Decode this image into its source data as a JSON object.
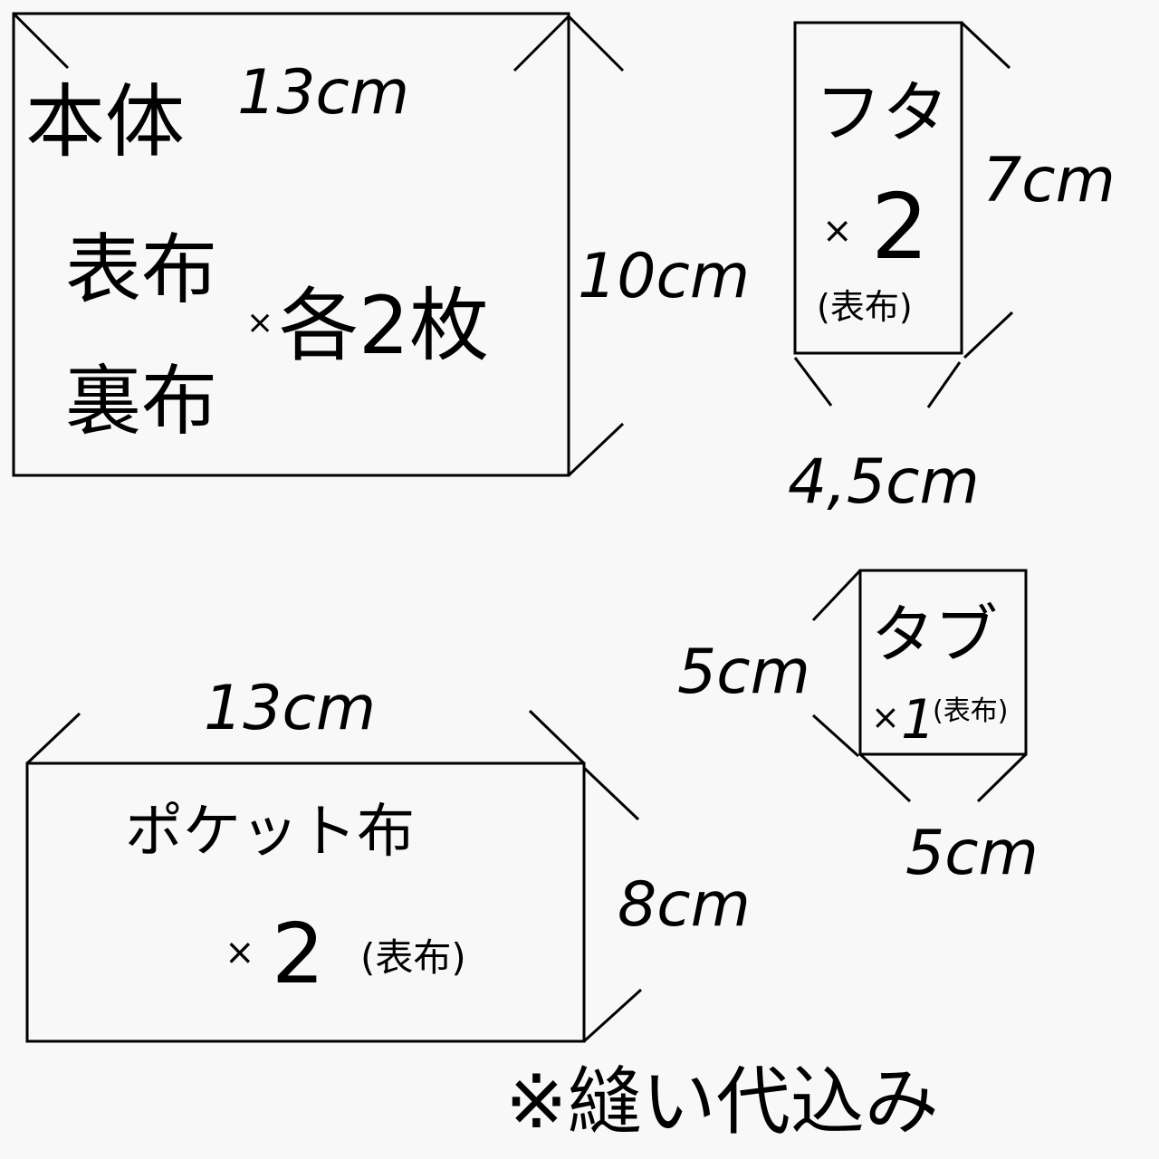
{
  "body_piece": {
    "title": "本体",
    "width": "13cm",
    "height": "10cm",
    "fabric1": "表布",
    "fabric2": "裏布",
    "times": "×",
    "count": "各2枚"
  },
  "flap_piece": {
    "title": "フタ",
    "times": "×",
    "count": "2",
    "fabric": "(表布)",
    "height": "7cm",
    "width": "4,5cm"
  },
  "tab_piece": {
    "title": "タブ",
    "times": "×",
    "count": "1",
    "fabric": "(表布)",
    "height": "5cm",
    "width": "5cm"
  },
  "pocket_piece": {
    "title": "ポケット布",
    "times": "×",
    "count": "2",
    "fabric": "(表布)",
    "width": "13cm",
    "height": "8cm"
  },
  "note": "※縫い代込み"
}
